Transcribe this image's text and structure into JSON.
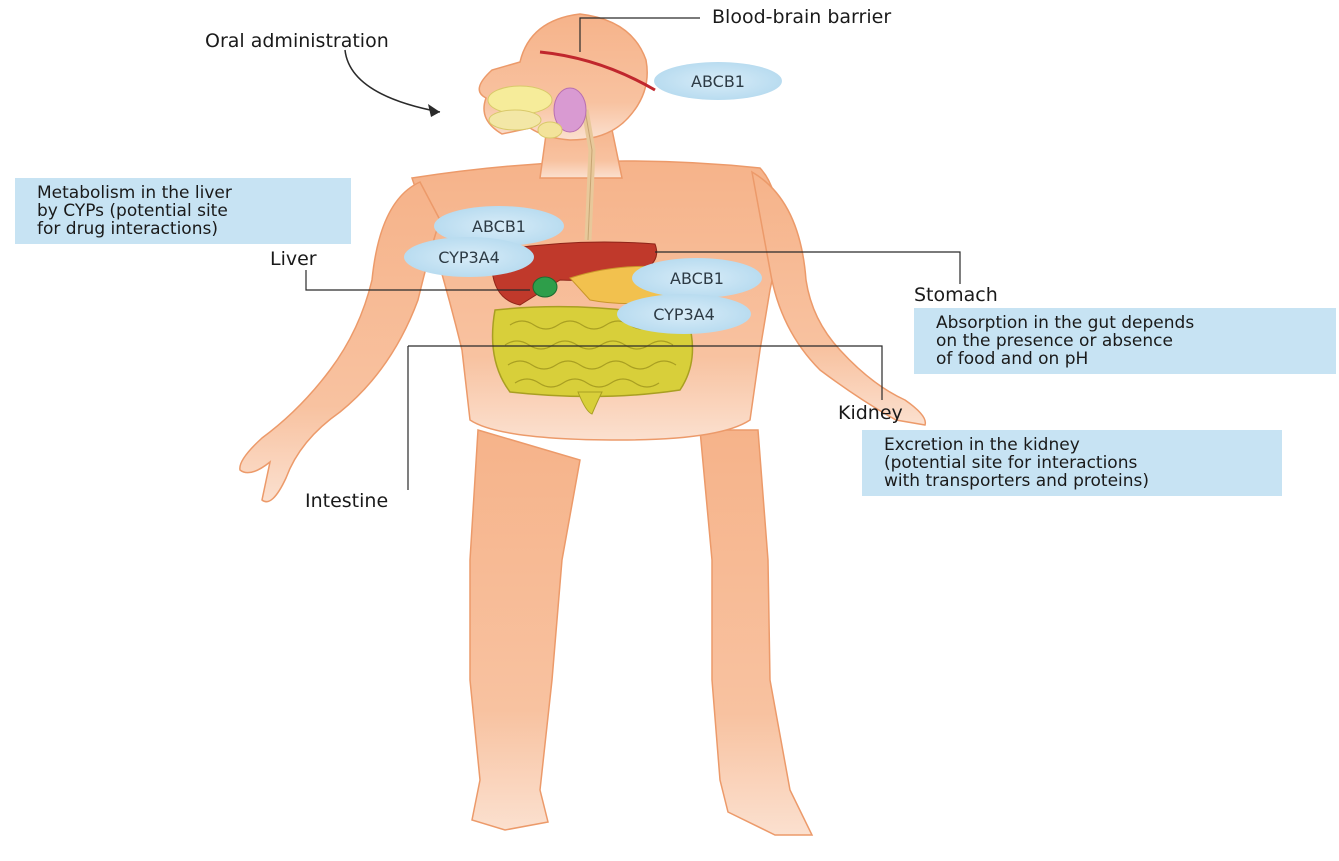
{
  "labels": {
    "oral_administration": "Oral administration",
    "blood_brain_barrier": "Blood-brain barrier",
    "liver": "Liver",
    "stomach": "Stomach",
    "kidney": "Kidney",
    "intestine": "Intestine"
  },
  "notes": {
    "liver_metabolism": [
      "Metabolism in the liver",
      "by CYPs (potential site",
      "for drug interactions)"
    ],
    "gut_absorption": [
      "Absorption in the gut depends",
      "on the presence or absence",
      "of food and on pH"
    ],
    "kidney_excretion": [
      "Excretion in the kidney",
      "(potential site for interactions",
      "with transporters and proteins)"
    ]
  },
  "markers": {
    "brain_abcb1": "ABCB1",
    "liver_abcb1": "ABCB1",
    "liver_cyp3a4": "CYP3A4",
    "gut_abcb1": "ABCB1",
    "gut_cyp3a4": "CYP3A4"
  },
  "colors": {
    "skin": "#f7b88f",
    "skin_shadow": "#ef9c6c",
    "liver": "#c0392b",
    "gallbladder": "#2e9e4a",
    "intestine": "#d8cf3a",
    "stomach": "#f2c14e",
    "barrier_line": "#c0272d",
    "note_bg": "#c7e3f3",
    "marker_bg": "#b9dcf0"
  }
}
